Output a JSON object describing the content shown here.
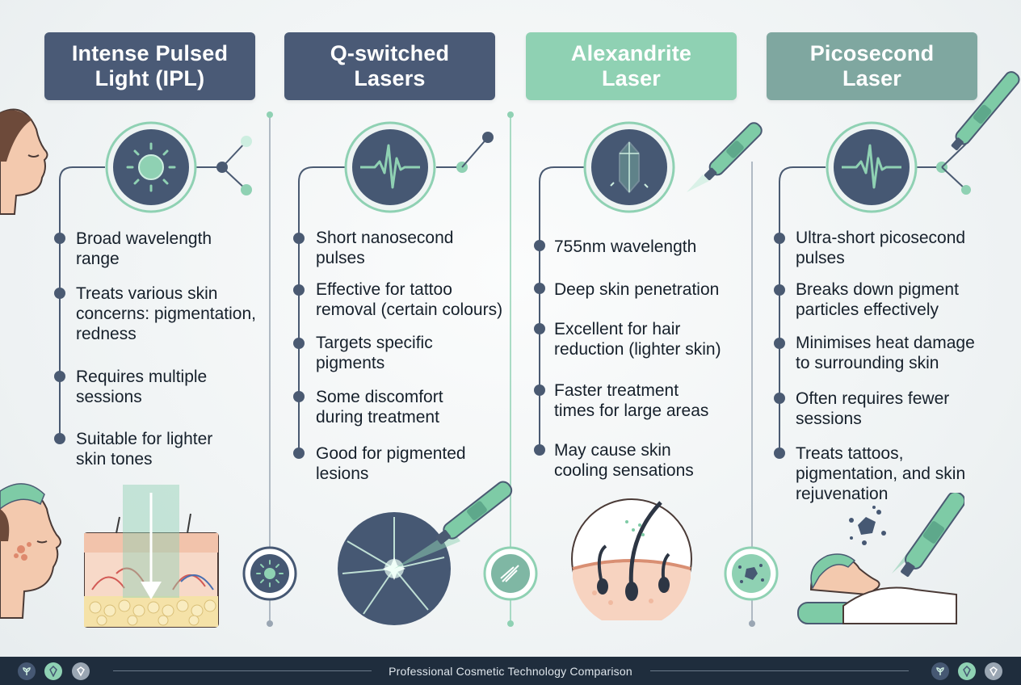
{
  "colors": {
    "navy": "#4a5a76",
    "mint": "#8fd1b3",
    "sage": "#7fa7a0",
    "dark_icon": "#465873",
    "accent_green": "#7ecba6",
    "footer": "#1f2d3d"
  },
  "columns": [
    {
      "title": "Intense Pulsed\nLight (IPL)",
      "icon": "sun-icon",
      "bullets": [
        "Broad wavelength\nrange",
        "Treats various skin\nconcerns: pigmentation,\nredness",
        "Requires multiple\nsessions",
        "Suitable for lighter\nskin tones"
      ]
    },
    {
      "title": "Q-switched\nLasers",
      "icon": "pulse-wave-icon",
      "bullets": [
        "Short nanosecond\npulses",
        "Effective for tattoo\nremoval (certain colours)",
        "Targets specific\npigments",
        "Some discomfort\nduring treatment",
        "Good for pigmented\nlesions"
      ]
    },
    {
      "title": "Alexandrite\nLaser",
      "icon": "crystal-icon",
      "bullets": [
        "755nm wavelength",
        "Deep skin penetration",
        "Excellent for hair\nreduction (lighter skin)",
        "Faster treatment\ntimes for large areas",
        "May cause skin\ncooling sensations"
      ]
    },
    {
      "title": "Picosecond\nLaser",
      "icon": "pulse-wave-icon",
      "bullets": [
        "Ultra-short picosecond\npulses",
        "Breaks down pigment\nparticles effectively",
        "Minimises heat damage\nto surrounding skin",
        "Often requires fewer\nsessions",
        "Treats tattoos,\npigmentation, and skin\nrejuvenation"
      ]
    }
  ],
  "footer": {
    "text": "Professional Cosmetic Technology Comparison"
  }
}
